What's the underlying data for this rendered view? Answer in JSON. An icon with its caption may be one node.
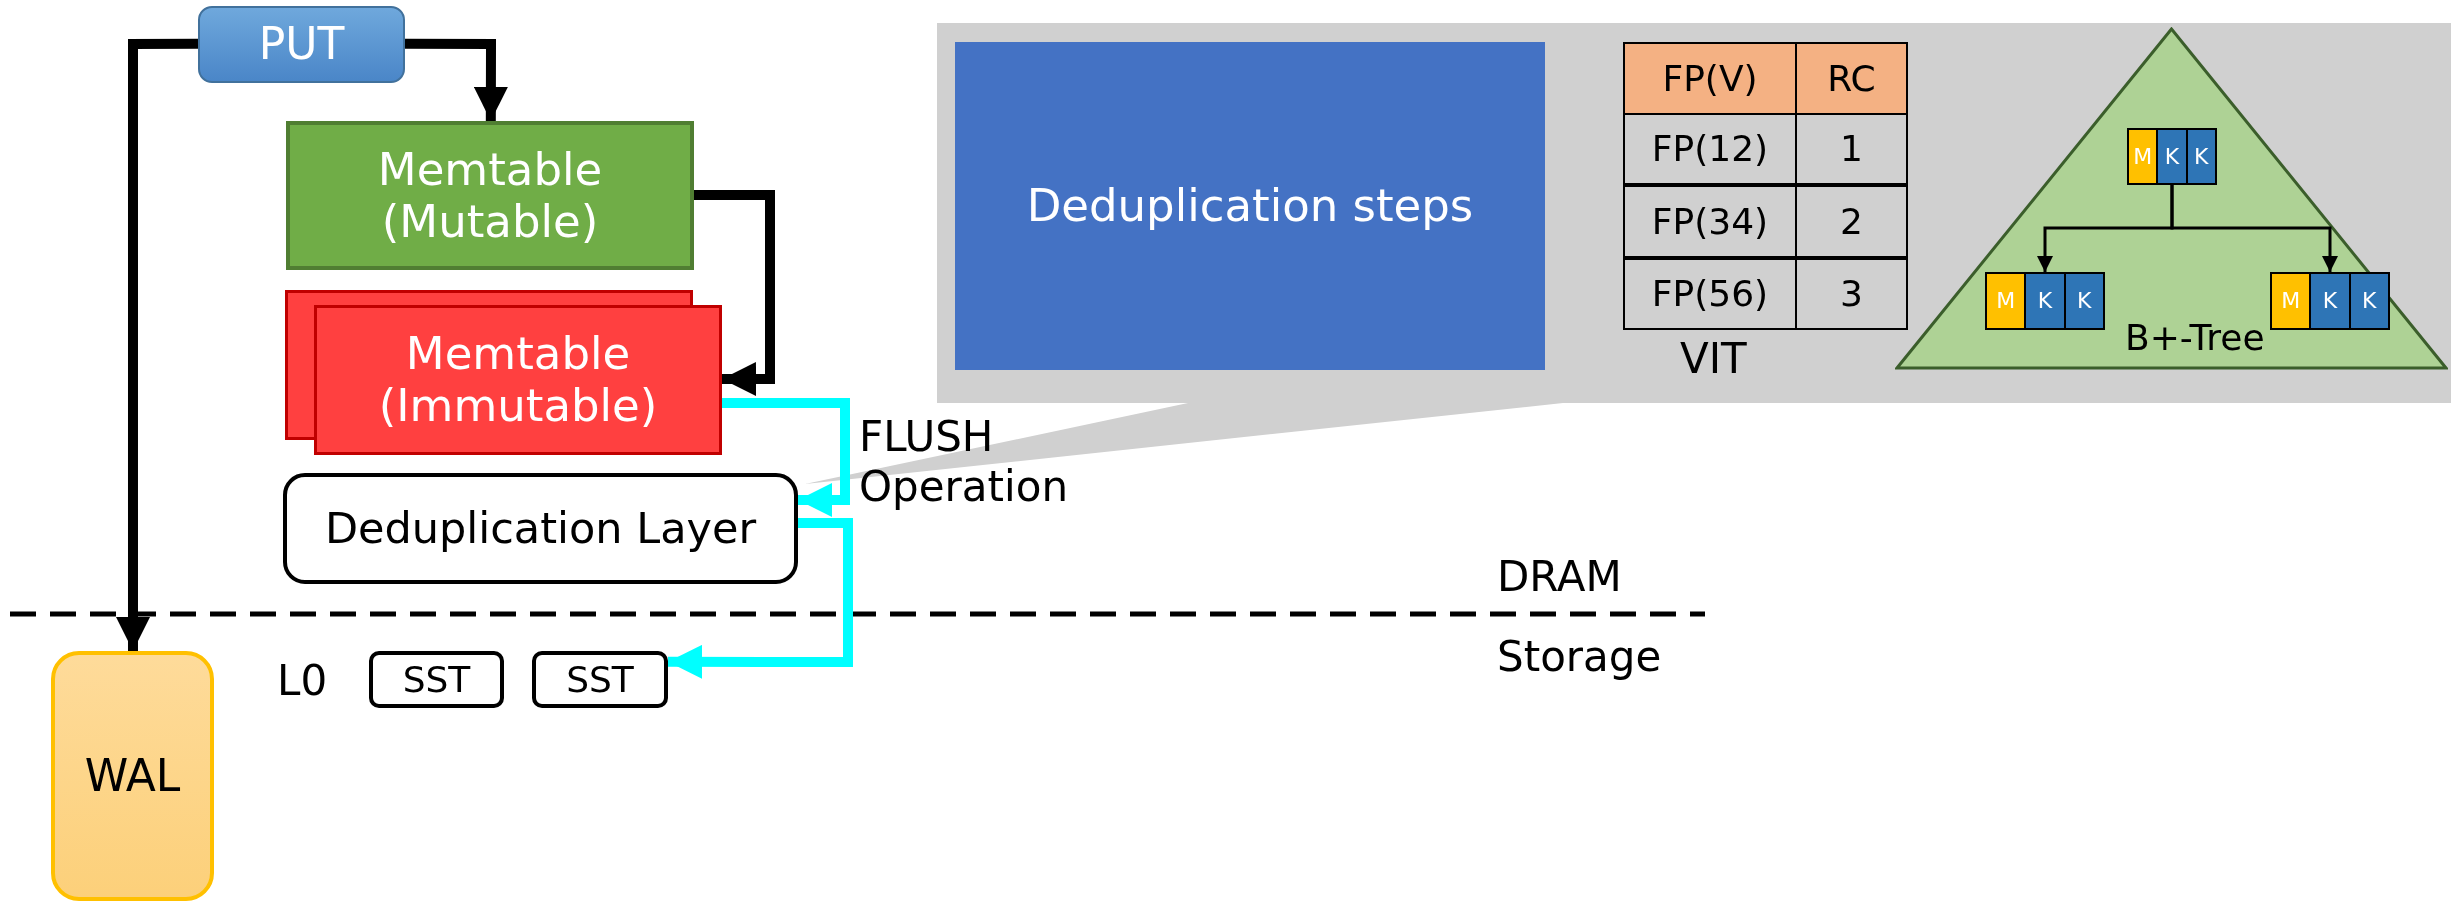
{
  "diagram": {
    "nodes": [
      {
        "text": [
          "PUT"
        ]
      },
      {
        "text": [
          "Memtable (Mutable)"
        ]
      },
      {
        "text": [
          "Memtable (Immutable)"
        ]
      },
      {
        "text": [
          "Deduplication Layer"
        ]
      },
      {
        "text": [
          "WAL"
        ]
      },
      {
        "text": [
          "SST"
        ]
      },
      {
        "text": [
          "SST"
        ]
      },
      {
        "text": [],
        "shape": "box"
      },
      {
        "text": [
          "Deduplication steps"
        ],
        "in": 7
      },
      {
        "text": [
          "B+-Tree"
        ],
        "in": 7
      },
      {
        "text": [
          "M",
          "K",
          "K"
        ],
        "in": 9
      },
      {
        "text": [
          "M",
          "K",
          "K"
        ],
        "in": 9
      },
      {
        "text": [
          "M",
          "K",
          "K"
        ],
        "in": 9
      }
    ],
    "edges": [
      {
        "from": 0,
        "to": 1,
        "arrow": "to"
      },
      {
        "from": 0,
        "to": 4,
        "arrow": "to"
      },
      {
        "from": 1,
        "to": 2,
        "arrow": "to"
      },
      {
        "from": 2,
        "to": 3,
        "arrow": "to",
        "label": "FLUSH Operation",
        "color": "#00ffff"
      },
      {
        "from": 3,
        "to": 6,
        "arrow": "to",
        "color": "#00ffff"
      },
      {
        "from": 10,
        "to": 11,
        "arrow": "to"
      },
      {
        "from": 10,
        "to": 12,
        "arrow": "to"
      }
    ],
    "labels": [
      "FP(V)",
      "RC",
      "FP(12)",
      "1",
      "FP(34)",
      "2",
      "FP(56)",
      "3",
      "VIT",
      "DRAM",
      "Storage",
      "L0"
    ]
  }
}
